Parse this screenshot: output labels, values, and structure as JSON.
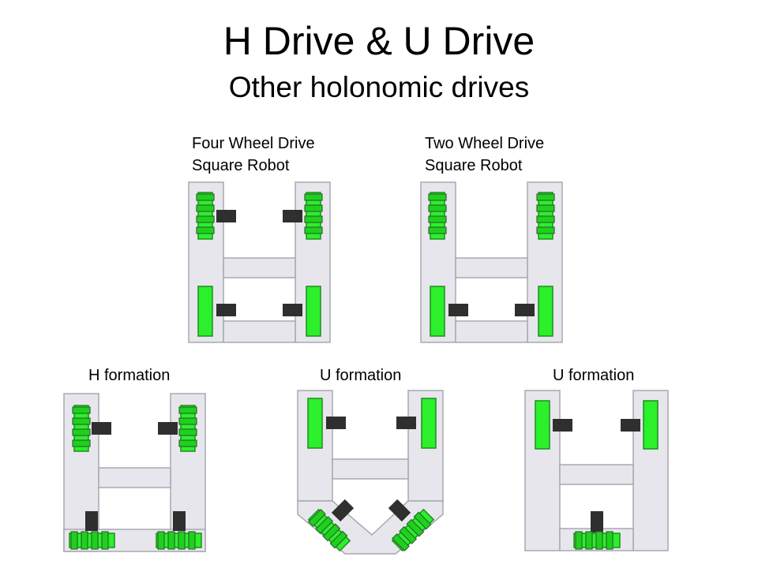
{
  "title": "H Drive & U Drive",
  "subtitle": "Other holonomic drives",
  "diagrams": {
    "four_wheel": {
      "line1": "Four Wheel Drive",
      "line2": "Square Robot"
    },
    "two_wheel": {
      "line1": "Two Wheel Drive",
      "line2": "Square Robot"
    },
    "h_formation": {
      "label": "H formation"
    },
    "u_formation_1": {
      "label": "U formation"
    },
    "u_formation_2": {
      "label": "U formation"
    }
  },
  "colors": {
    "frame": "#e6e6ec",
    "wheel": "#2bf02b",
    "omni_roller": "#1fd01f",
    "motor": "#2f2f2f"
  }
}
